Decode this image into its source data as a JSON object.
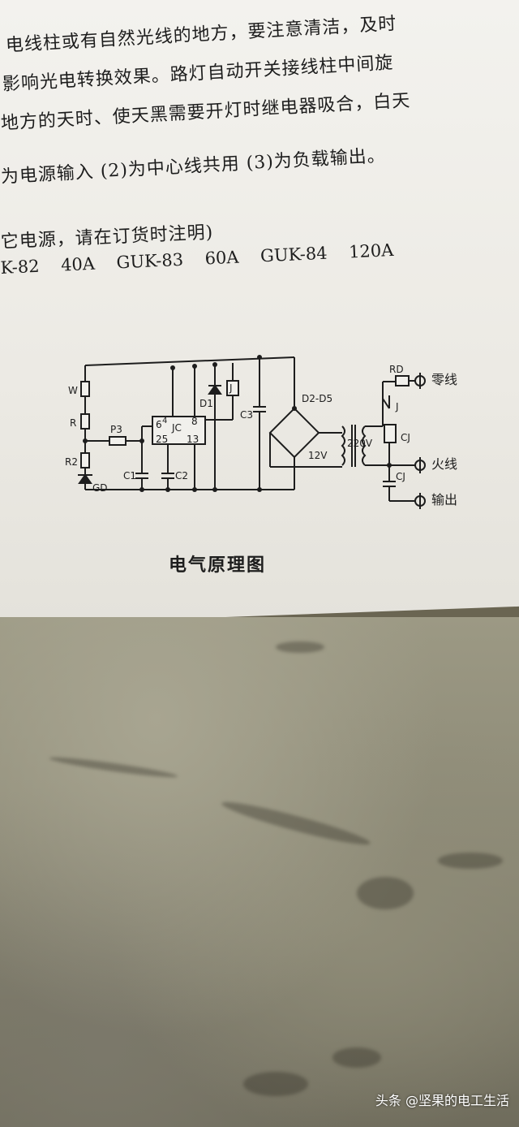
{
  "document": {
    "lines": [
      "电线柱或有自然光线的地方，要注意清洁，及时",
      "影响光电转换效果。路灯自动开关接线柱中间旋",
      "地方的天时、使天黑需要开灯时继电器吸合，白天",
      "为电源输入 (2)为中心线共用 (3)为负载输出。",
      "它电源，请在订货时注明)",
      "K-82 40A GUK-83 60A GUK-84 120A"
    ],
    "caption": "电气原理图"
  },
  "diagram": {
    "labels": {
      "W": "W",
      "R": "R",
      "R2": "R2",
      "GD": "GD",
      "P3": "P3",
      "pin6": "6",
      "pin4": "4",
      "pin8": "8",
      "jc": "JC",
      "pin25": "25",
      "pin13": "13",
      "D1": "D1",
      "J_relay": "J",
      "C1": "C1",
      "C2": "C2",
      "C3": "C3",
      "D2D5": "D2-D5",
      "v12": "12V",
      "v220": "220V",
      "RD": "RD",
      "J_switch": "J",
      "CJ_coil": "CJ",
      "CJ_contact": "CJ"
    },
    "terminals": {
      "neutral": "零线",
      "live": "火线",
      "output": "输出"
    }
  },
  "watermark": "头条 @坚果的电工生活"
}
